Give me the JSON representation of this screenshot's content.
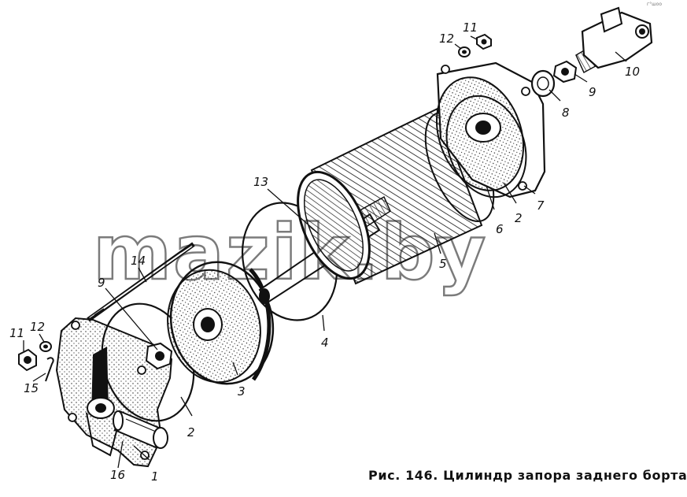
{
  "caption": "Рис. 146. Цилиндр запора заднего борта",
  "watermark": "mazik.by",
  "corner_mark": "г°шоо",
  "callouts": {
    "n1": "1",
    "n2a": "2",
    "n2b": "2",
    "n3": "3",
    "n4": "4",
    "n5": "5",
    "n6": "6",
    "n7": "7",
    "n8": "8",
    "n9a": "9",
    "n9b": "9",
    "n10": "10",
    "n11a": "11",
    "n11b": "11",
    "n12a": "12",
    "n12b": "12",
    "n13": "13",
    "n14": "14",
    "n15": "15",
    "n16": "16"
  }
}
